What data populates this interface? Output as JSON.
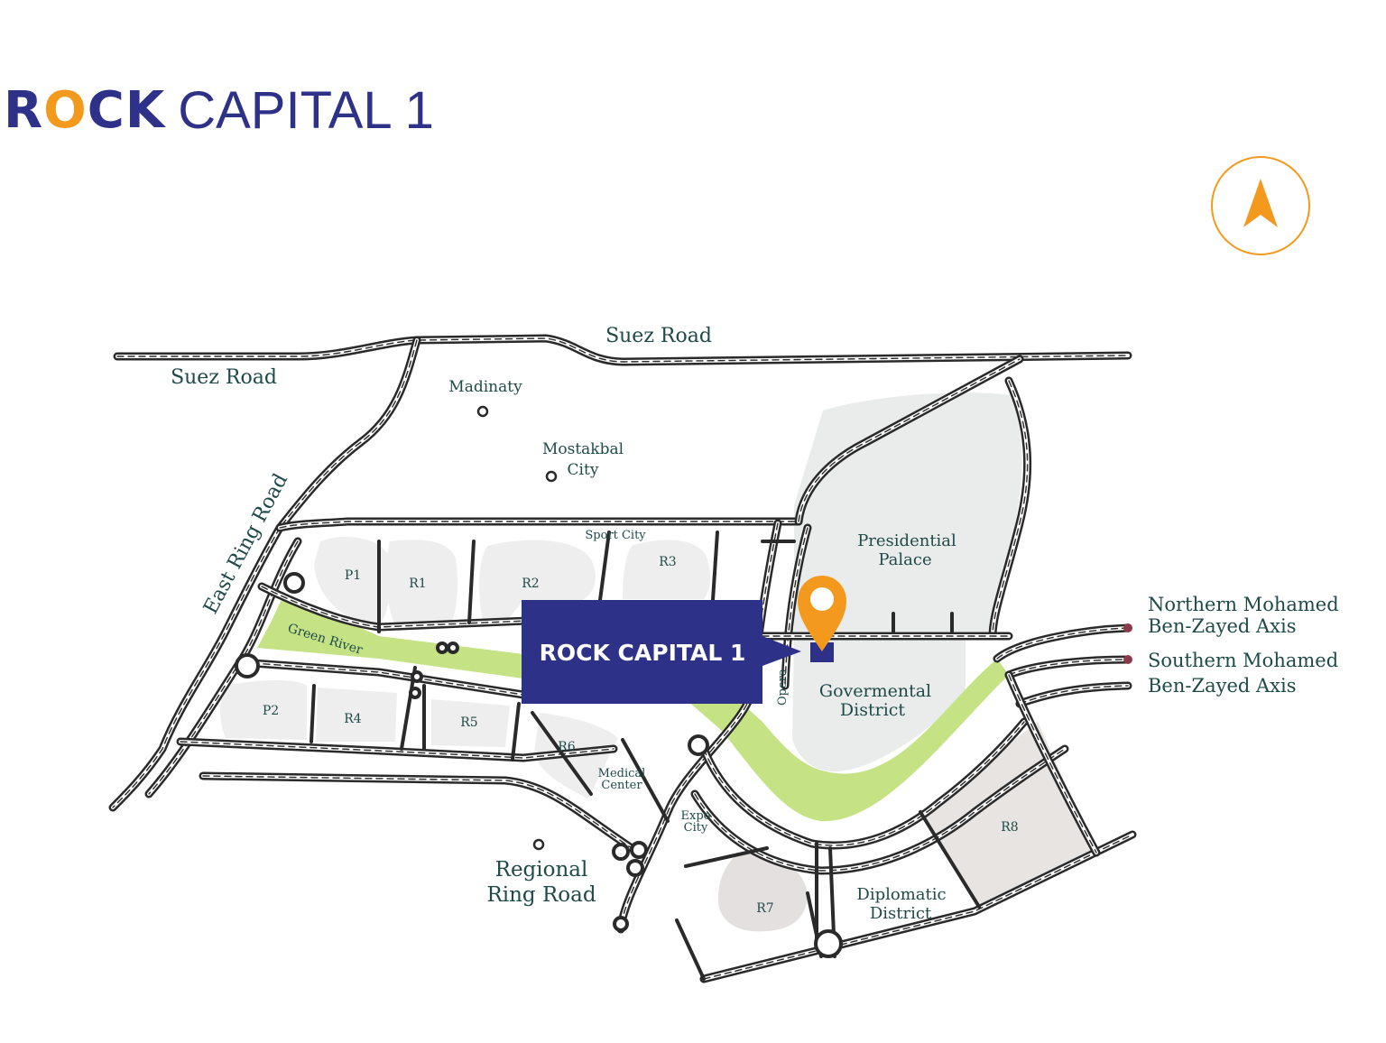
{
  "brand": {
    "logo_word": "ROCK",
    "logo_suffix": "CAPITAL 1"
  },
  "callout": {
    "label": "ROCK CAPITAL 1"
  },
  "compass": {
    "icon": "north-arrow-icon",
    "color": "#f39a1e"
  },
  "colors": {
    "brand": "#2e3188",
    "accent": "#f39a1e",
    "green_river": "#c5e384",
    "plot": "#efeeee",
    "road": "#2a2a2a",
    "label": "#1e4a48",
    "axis_dot": "#8a3a4a"
  },
  "labels": {
    "suez_road_top": "Suez Road",
    "suez_road_left": "Suez Road",
    "madinaty": "Madinaty",
    "mostakbal_line1": "Mostakbal",
    "mostakbal_line2": "City",
    "east_ring_road": "East Ring Road",
    "sport_city": "Sport City",
    "green_river": "Green River",
    "presidential_line1": "Presidential",
    "presidential_line2": "Palace",
    "governmental_line1": "Govermental",
    "governmental_line2": "District",
    "opera": "Opera",
    "northern_line1": "Northern Mohamed",
    "northern_line2": "Ben-Zayed Axis",
    "southern_line1": "Southern Mohamed",
    "southern_line2": "Ben-Zayed Axis",
    "medical_line1": "Medical",
    "medical_line2": "Center",
    "expo_line1": "Expo",
    "expo_line2": "City",
    "regional_line1": "Regional",
    "regional_line2": "Ring Road",
    "diplomatic_line1": "Diplomatic",
    "diplomatic_line2": "District"
  },
  "districts": {
    "p1": "P1",
    "r1": "R1",
    "r2": "R2",
    "r3": "R3",
    "p2": "P2",
    "r4": "R4",
    "r5": "R5",
    "r6": "R6",
    "r7": "R7",
    "r8": "R8"
  }
}
